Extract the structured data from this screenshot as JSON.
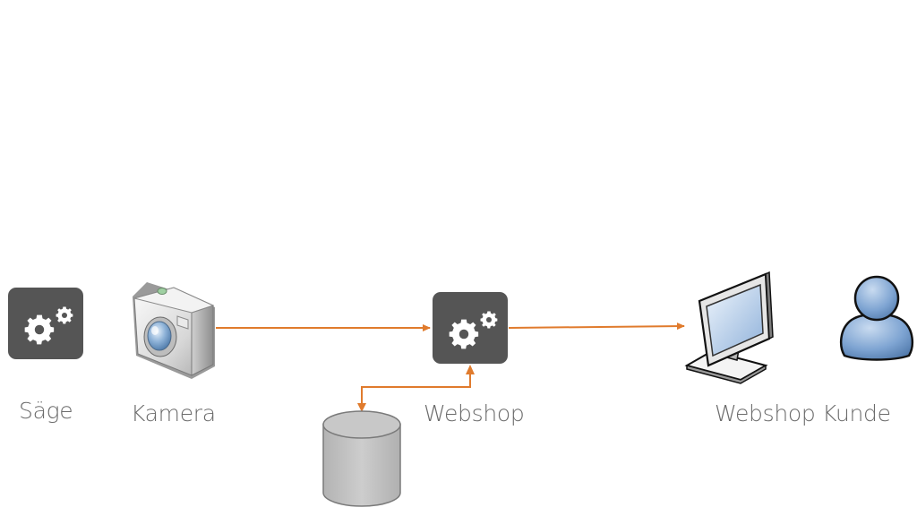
{
  "colors": {
    "connector": "#e07b2d",
    "process_box": "#555555",
    "gear": "#ffffff",
    "database": "#c0c0c0",
    "monitor_screen": "#a9c6e8",
    "user_fill": "#7aa0cf",
    "label_text": "#6b6b6b"
  },
  "nodes": {
    "saege": {
      "label": "Säge",
      "icon": "gears-process-icon"
    },
    "kamera": {
      "label": "Kamera",
      "icon": "camera-icon"
    },
    "webshop": {
      "label": "Webshop",
      "icon": "gears-process-icon"
    },
    "database": {
      "label": "",
      "icon": "database-cylinder-icon"
    },
    "monitor": {
      "label": "Webshop",
      "icon": "monitor-icon"
    },
    "kunde": {
      "label": "Kunde",
      "icon": "user-icon"
    }
  },
  "edges": [
    {
      "from": "kamera",
      "to": "webshop",
      "direction": "forward"
    },
    {
      "from": "webshop",
      "to": "monitor",
      "direction": "forward"
    },
    {
      "from": "webshop",
      "to": "database",
      "direction": "bidirectional"
    }
  ]
}
